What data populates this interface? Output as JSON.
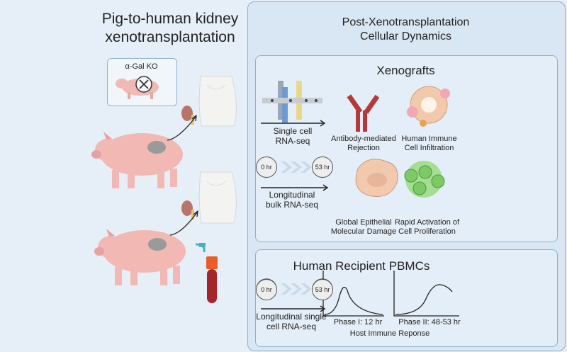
{
  "left": {
    "title_line1": "Pig-to-human kidney",
    "title_line2": "xenotransplantation",
    "agal_label": "α-Gal KO"
  },
  "right": {
    "title_line1": "Post-Xenotransplantation",
    "title_line2": "Cellular Dynamics"
  },
  "xenografts": {
    "title": "Xenografts",
    "single_cell_line1": "Single cell",
    "single_cell_line2": "RNA-seq",
    "time_start": "0 hr",
    "time_end": "53 hr",
    "longitudinal_line1": "Longitudinal",
    "longitudinal_line2": "bulk RNA-seq",
    "antibody_line1": "Antibody-mediated",
    "antibody_line2": "Rejection",
    "infiltration_line1": "Human Immune",
    "infiltration_line2": "Cell Infiltration",
    "damage_line1": "Global Epithelial",
    "damage_line2": "Molecular Damage",
    "prolif_line1": "Rapid Activation of",
    "prolif_line2": "Cell Proliferation"
  },
  "pbmc": {
    "title": "Human Recipient PBMCs",
    "time_start": "0 hr",
    "time_end": "53 hr",
    "longitudinal_line1": "Longitudinal single",
    "longitudinal_line2": "cell RNA-seq",
    "phase1": "Phase I: 12 hr",
    "phase2": "Phase II: 48-53 hr",
    "response": "Host Immune Reponse"
  },
  "colors": {
    "background": "#e6eff8",
    "panel": "#d9e7f4",
    "panel_border": "#8fb0cf",
    "pig": "#f2b8b3",
    "kidney": "#b8766a",
    "antibody": "#b5393a",
    "immune_cell": "#f1a8b4",
    "epithelial": "#f3c9ae",
    "proliferation": "#7cc966",
    "blood": "#a4262c"
  }
}
